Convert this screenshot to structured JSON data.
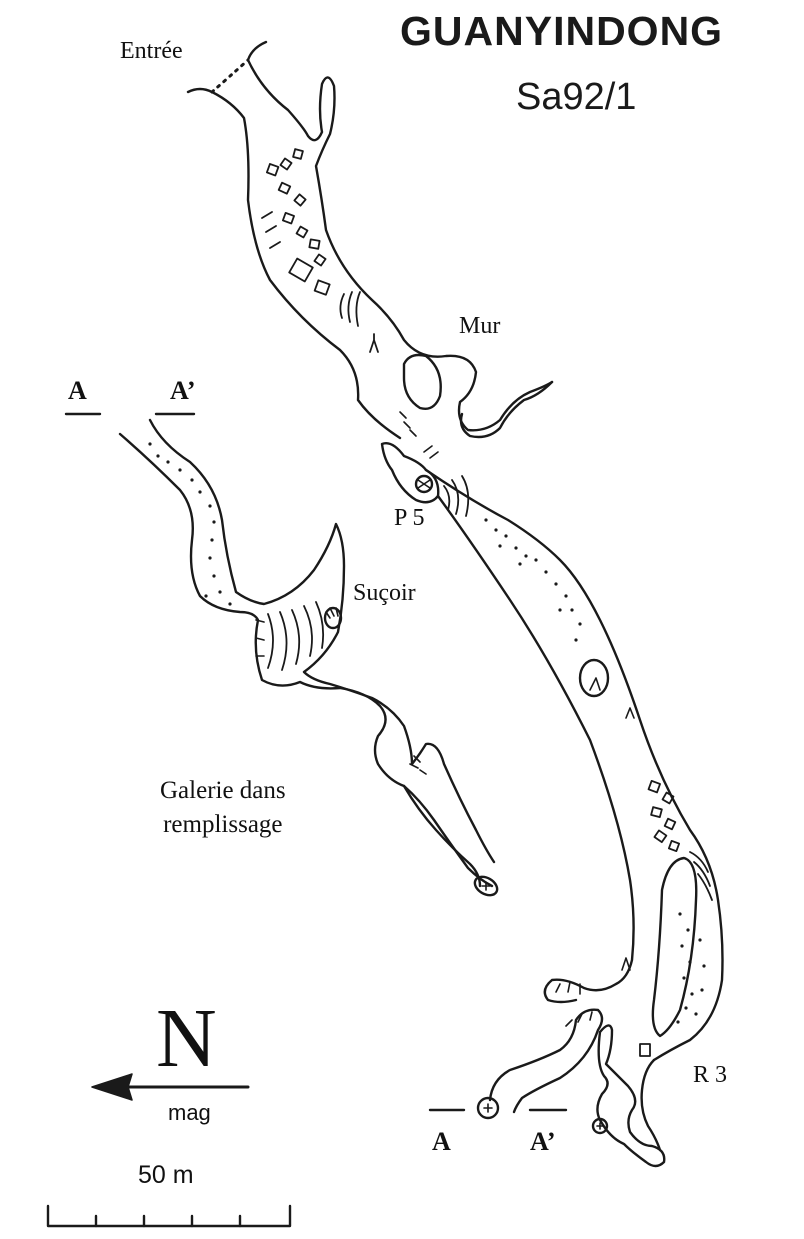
{
  "map": {
    "title": "GUANYINDONG",
    "code": "Sa92/1",
    "ink_color": "#1a1a1a",
    "paper_color": "#ffffff"
  },
  "labels": {
    "entree": "Entrée",
    "mur": "Mur",
    "p5": "P 5",
    "sucoir": "Suçoir",
    "galerie_line1": "Galerie dans",
    "galerie_line2": "remplissage",
    "r3": "R 3"
  },
  "section_markers": {
    "a": "A",
    "a_prime": "A’"
  },
  "north_arrow": {
    "letter": "N",
    "reference": "mag",
    "icon": "north-arrow-icon"
  },
  "scale_bar": {
    "label": "50 m",
    "icon": "scale-bar-icon"
  }
}
